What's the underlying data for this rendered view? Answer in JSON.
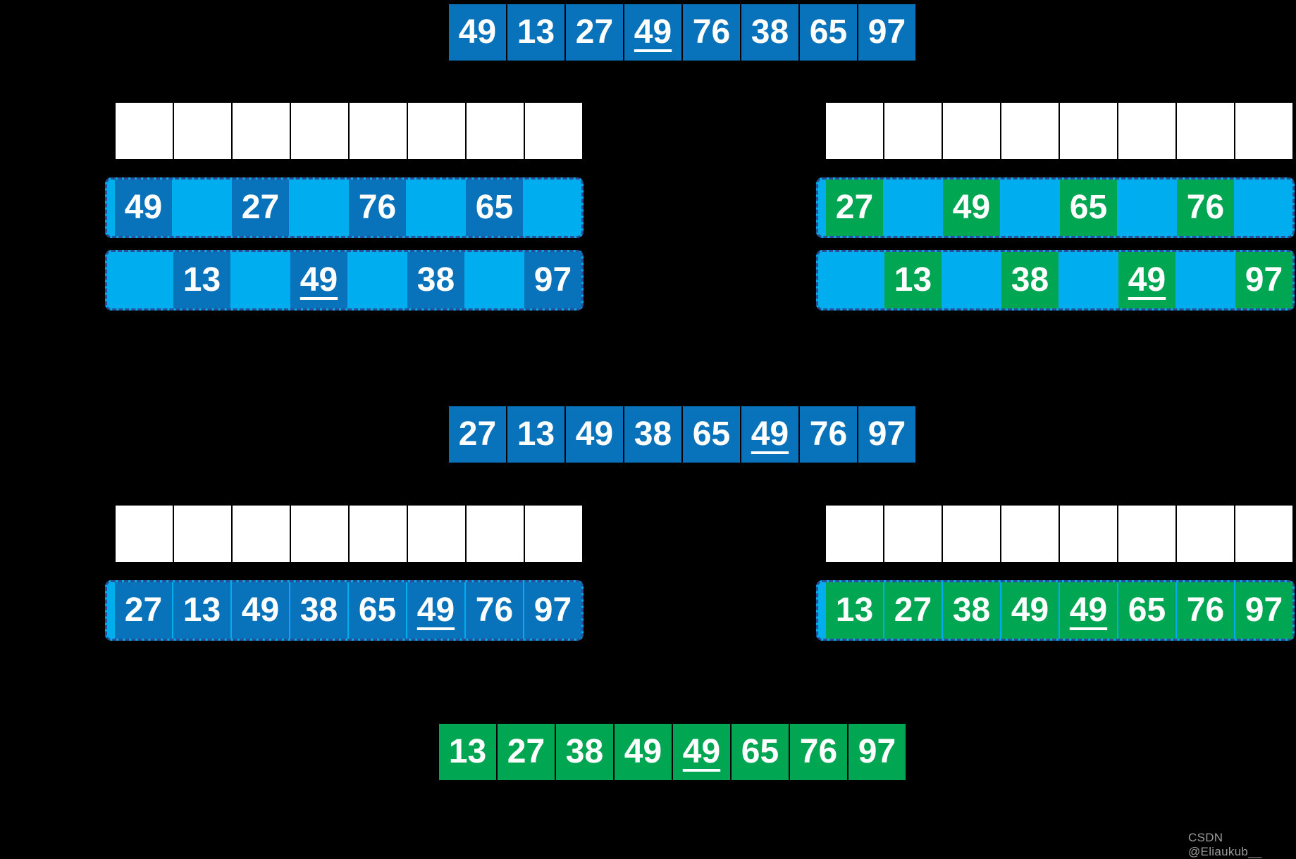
{
  "watermark": "CSDN @Eliaukub__",
  "colors": {
    "blue": "#0872BA",
    "green": "#00A651",
    "cyan": "#00AEEF",
    "dash": "#2A4F96",
    "white": "#FFFFFF",
    "background": "#000000"
  },
  "rows": [
    {
      "id": "initial",
      "kind": "plain",
      "cells": [
        {
          "v": "49",
          "type": "blue"
        },
        {
          "v": "13",
          "type": "blue"
        },
        {
          "v": "27",
          "type": "blue"
        },
        {
          "v": "49",
          "type": "blue",
          "underline": true
        },
        {
          "v": "76",
          "type": "blue"
        },
        {
          "v": "38",
          "type": "blue"
        },
        {
          "v": "65",
          "type": "blue"
        },
        {
          "v": "97",
          "type": "blue"
        }
      ]
    },
    {
      "id": "white-left-1",
      "kind": "white",
      "cells": [
        {
          "type": "white"
        },
        {
          "type": "white"
        },
        {
          "type": "white"
        },
        {
          "type": "white"
        },
        {
          "type": "white"
        },
        {
          "type": "white"
        },
        {
          "type": "white"
        },
        {
          "type": "white"
        }
      ]
    },
    {
      "id": "white-right-1",
      "kind": "white",
      "cells": [
        {
          "type": "white"
        },
        {
          "type": "white"
        },
        {
          "type": "white"
        },
        {
          "type": "white"
        },
        {
          "type": "white"
        },
        {
          "type": "white"
        },
        {
          "type": "white"
        },
        {
          "type": "white"
        }
      ]
    },
    {
      "id": "merge-left-1",
      "kind": "container",
      "cells": [
        {
          "v": "49",
          "type": "blue"
        },
        {
          "type": "empty"
        },
        {
          "v": "27",
          "type": "blue"
        },
        {
          "type": "empty"
        },
        {
          "v": "76",
          "type": "blue"
        },
        {
          "type": "empty"
        },
        {
          "v": "65",
          "type": "blue"
        },
        {
          "type": "empty"
        }
      ]
    },
    {
      "id": "merge-right-1",
      "kind": "container",
      "cells": [
        {
          "v": "27",
          "type": "green"
        },
        {
          "type": "empty"
        },
        {
          "v": "49",
          "type": "green"
        },
        {
          "type": "empty"
        },
        {
          "v": "65",
          "type": "green"
        },
        {
          "type": "empty"
        },
        {
          "v": "76",
          "type": "green"
        },
        {
          "type": "empty"
        }
      ]
    },
    {
      "id": "merge-left-2",
      "kind": "container",
      "cells": [
        {
          "type": "empty"
        },
        {
          "v": "13",
          "type": "blue"
        },
        {
          "type": "empty"
        },
        {
          "v": "49",
          "type": "blue",
          "underline": true
        },
        {
          "type": "empty"
        },
        {
          "v": "38",
          "type": "blue"
        },
        {
          "type": "empty"
        },
        {
          "v": "97",
          "type": "blue"
        }
      ]
    },
    {
      "id": "merge-right-2",
      "kind": "container",
      "cells": [
        {
          "type": "empty"
        },
        {
          "v": "13",
          "type": "green"
        },
        {
          "type": "empty"
        },
        {
          "v": "38",
          "type": "green"
        },
        {
          "type": "empty"
        },
        {
          "v": "49",
          "type": "green",
          "underline": true
        },
        {
          "type": "empty"
        },
        {
          "v": "97",
          "type": "green"
        }
      ]
    },
    {
      "id": "middle",
      "kind": "plain",
      "cells": [
        {
          "v": "27",
          "type": "blue"
        },
        {
          "v": "13",
          "type": "blue"
        },
        {
          "v": "49",
          "type": "blue"
        },
        {
          "v": "38",
          "type": "blue"
        },
        {
          "v": "65",
          "type": "blue"
        },
        {
          "v": "49",
          "type": "blue",
          "underline": true
        },
        {
          "v": "76",
          "type": "blue"
        },
        {
          "v": "97",
          "type": "blue"
        }
      ]
    },
    {
      "id": "white-left-2",
      "kind": "white",
      "cells": [
        {
          "type": "white"
        },
        {
          "type": "white"
        },
        {
          "type": "white"
        },
        {
          "type": "white"
        },
        {
          "type": "white"
        },
        {
          "type": "white"
        },
        {
          "type": "white"
        },
        {
          "type": "white"
        }
      ]
    },
    {
      "id": "white-right-2",
      "kind": "white",
      "cells": [
        {
          "type": "white"
        },
        {
          "type": "white"
        },
        {
          "type": "white"
        },
        {
          "type": "white"
        },
        {
          "type": "white"
        },
        {
          "type": "white"
        },
        {
          "type": "white"
        },
        {
          "type": "white"
        }
      ]
    },
    {
      "id": "full-left",
      "kind": "container",
      "cells": [
        {
          "v": "27",
          "type": "blue"
        },
        {
          "v": "13",
          "type": "blue"
        },
        {
          "v": "49",
          "type": "blue"
        },
        {
          "v": "38",
          "type": "blue"
        },
        {
          "v": "65",
          "type": "blue"
        },
        {
          "v": "49",
          "type": "blue",
          "underline": true
        },
        {
          "v": "76",
          "type": "blue"
        },
        {
          "v": "97",
          "type": "blue"
        }
      ]
    },
    {
      "id": "full-right",
      "kind": "container",
      "cells": [
        {
          "v": "13",
          "type": "green"
        },
        {
          "v": "27",
          "type": "green"
        },
        {
          "v": "38",
          "type": "green"
        },
        {
          "v": "49",
          "type": "green"
        },
        {
          "v": "49",
          "type": "green",
          "underline": true
        },
        {
          "v": "65",
          "type": "green"
        },
        {
          "v": "76",
          "type": "green"
        },
        {
          "v": "97",
          "type": "green"
        }
      ]
    },
    {
      "id": "final",
      "kind": "plain",
      "cells": [
        {
          "v": "13",
          "type": "green"
        },
        {
          "v": "27",
          "type": "green"
        },
        {
          "v": "38",
          "type": "green"
        },
        {
          "v": "49",
          "type": "green"
        },
        {
          "v": "49",
          "type": "green",
          "underline": true
        },
        {
          "v": "65",
          "type": "green"
        },
        {
          "v": "76",
          "type": "green"
        },
        {
          "v": "97",
          "type": "green"
        }
      ]
    }
  ]
}
